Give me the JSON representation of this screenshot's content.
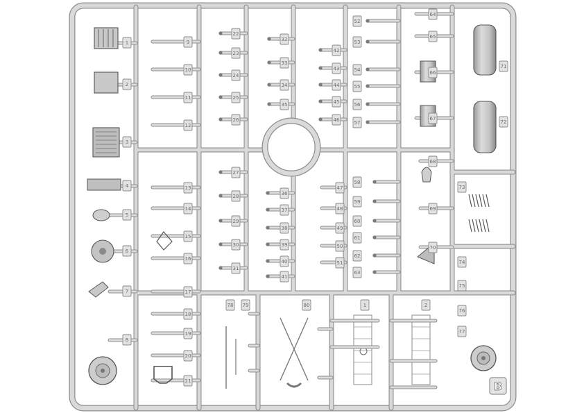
{
  "sprue": {
    "letter": "B",
    "colors": {
      "background": "#ffffff",
      "plastic": "#d6d6d6",
      "plastic_edge": "#8e8e8e",
      "part_dark": "#5a5a5a",
      "tab_fill": "#e2e2e2"
    },
    "part_numbers": [
      "1",
      "2",
      "3",
      "4",
      "5",
      "6",
      "7",
      "8",
      "9",
      "10",
      "11",
      "12",
      "13",
      "14",
      "15",
      "16",
      "17",
      "18",
      "19",
      "20",
      "21",
      "22",
      "23",
      "24",
      "25",
      "26",
      "27",
      "28",
      "29",
      "30",
      "31",
      "32",
      "33",
      "34",
      "35",
      "36",
      "37",
      "38",
      "39",
      "40",
      "41",
      "42",
      "43",
      "44",
      "45",
      "46",
      "47",
      "48",
      "49",
      "50",
      "51",
      "52",
      "53",
      "54",
      "55",
      "56",
      "57",
      "58",
      "59",
      "60",
      "61",
      "62",
      "63",
      "64",
      "65",
      "66",
      "67",
      "68",
      "69",
      "70",
      "71",
      "72",
      "73",
      "74",
      "75",
      "76",
      "77",
      "78",
      "79",
      "80"
    ]
  }
}
